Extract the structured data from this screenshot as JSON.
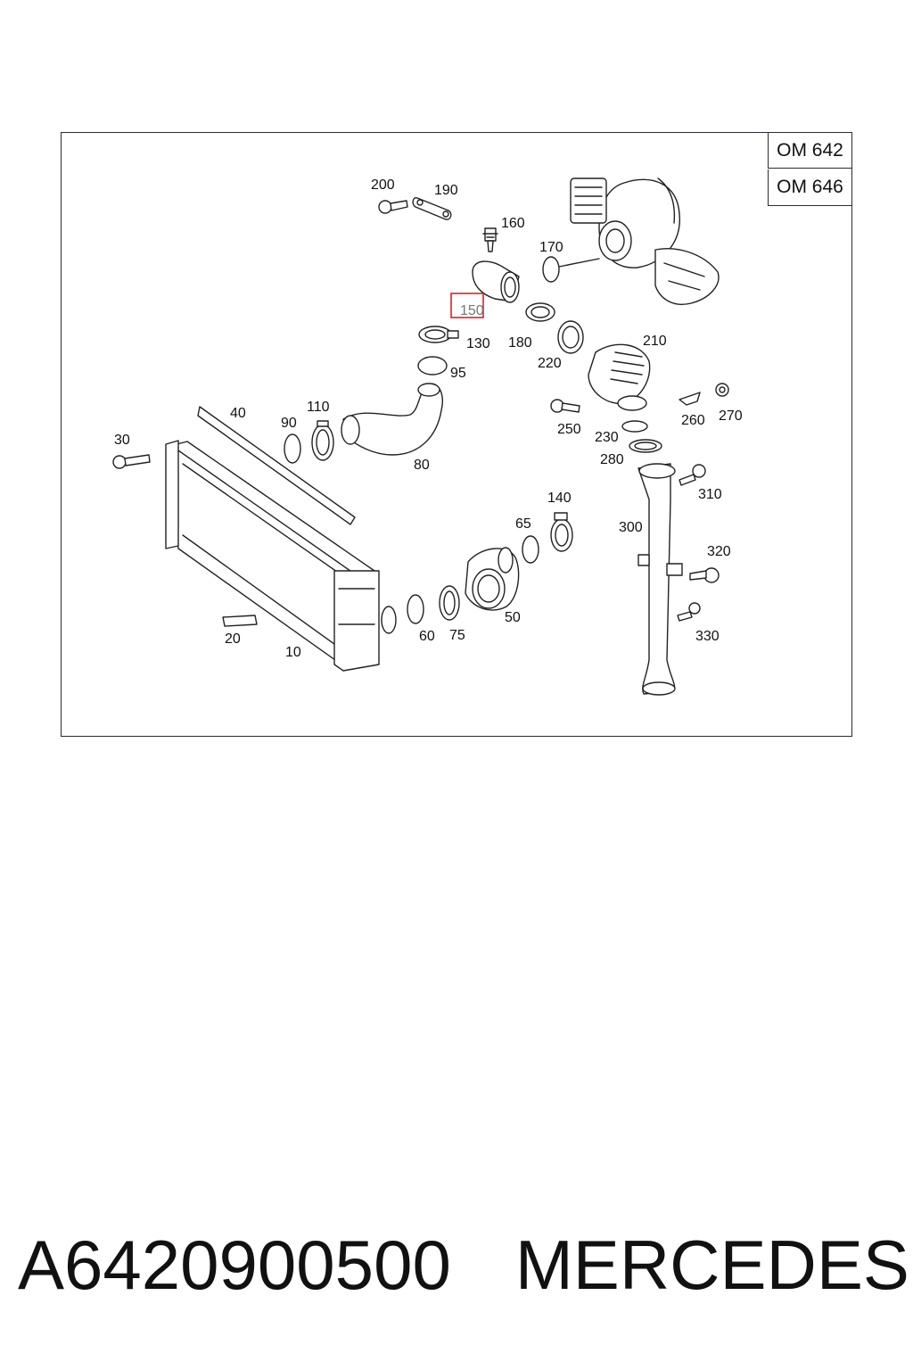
{
  "diagram": {
    "variants": [
      "OM 642",
      "OM 646"
    ],
    "highlighted_callout": "150",
    "highlight_color": "#e02020",
    "callouts": [
      "200",
      "190",
      "160",
      "170",
      "150",
      "130",
      "180",
      "220",
      "210",
      "95",
      "40",
      "110",
      "90",
      "30",
      "80",
      "250",
      "230",
      "260",
      "270",
      "280",
      "310",
      "140",
      "65",
      "300",
      "320",
      "50",
      "20",
      "60",
      "75",
      "330",
      "10"
    ]
  },
  "caption": {
    "part_number": "A6420900500",
    "brand": "MERCEDES"
  }
}
